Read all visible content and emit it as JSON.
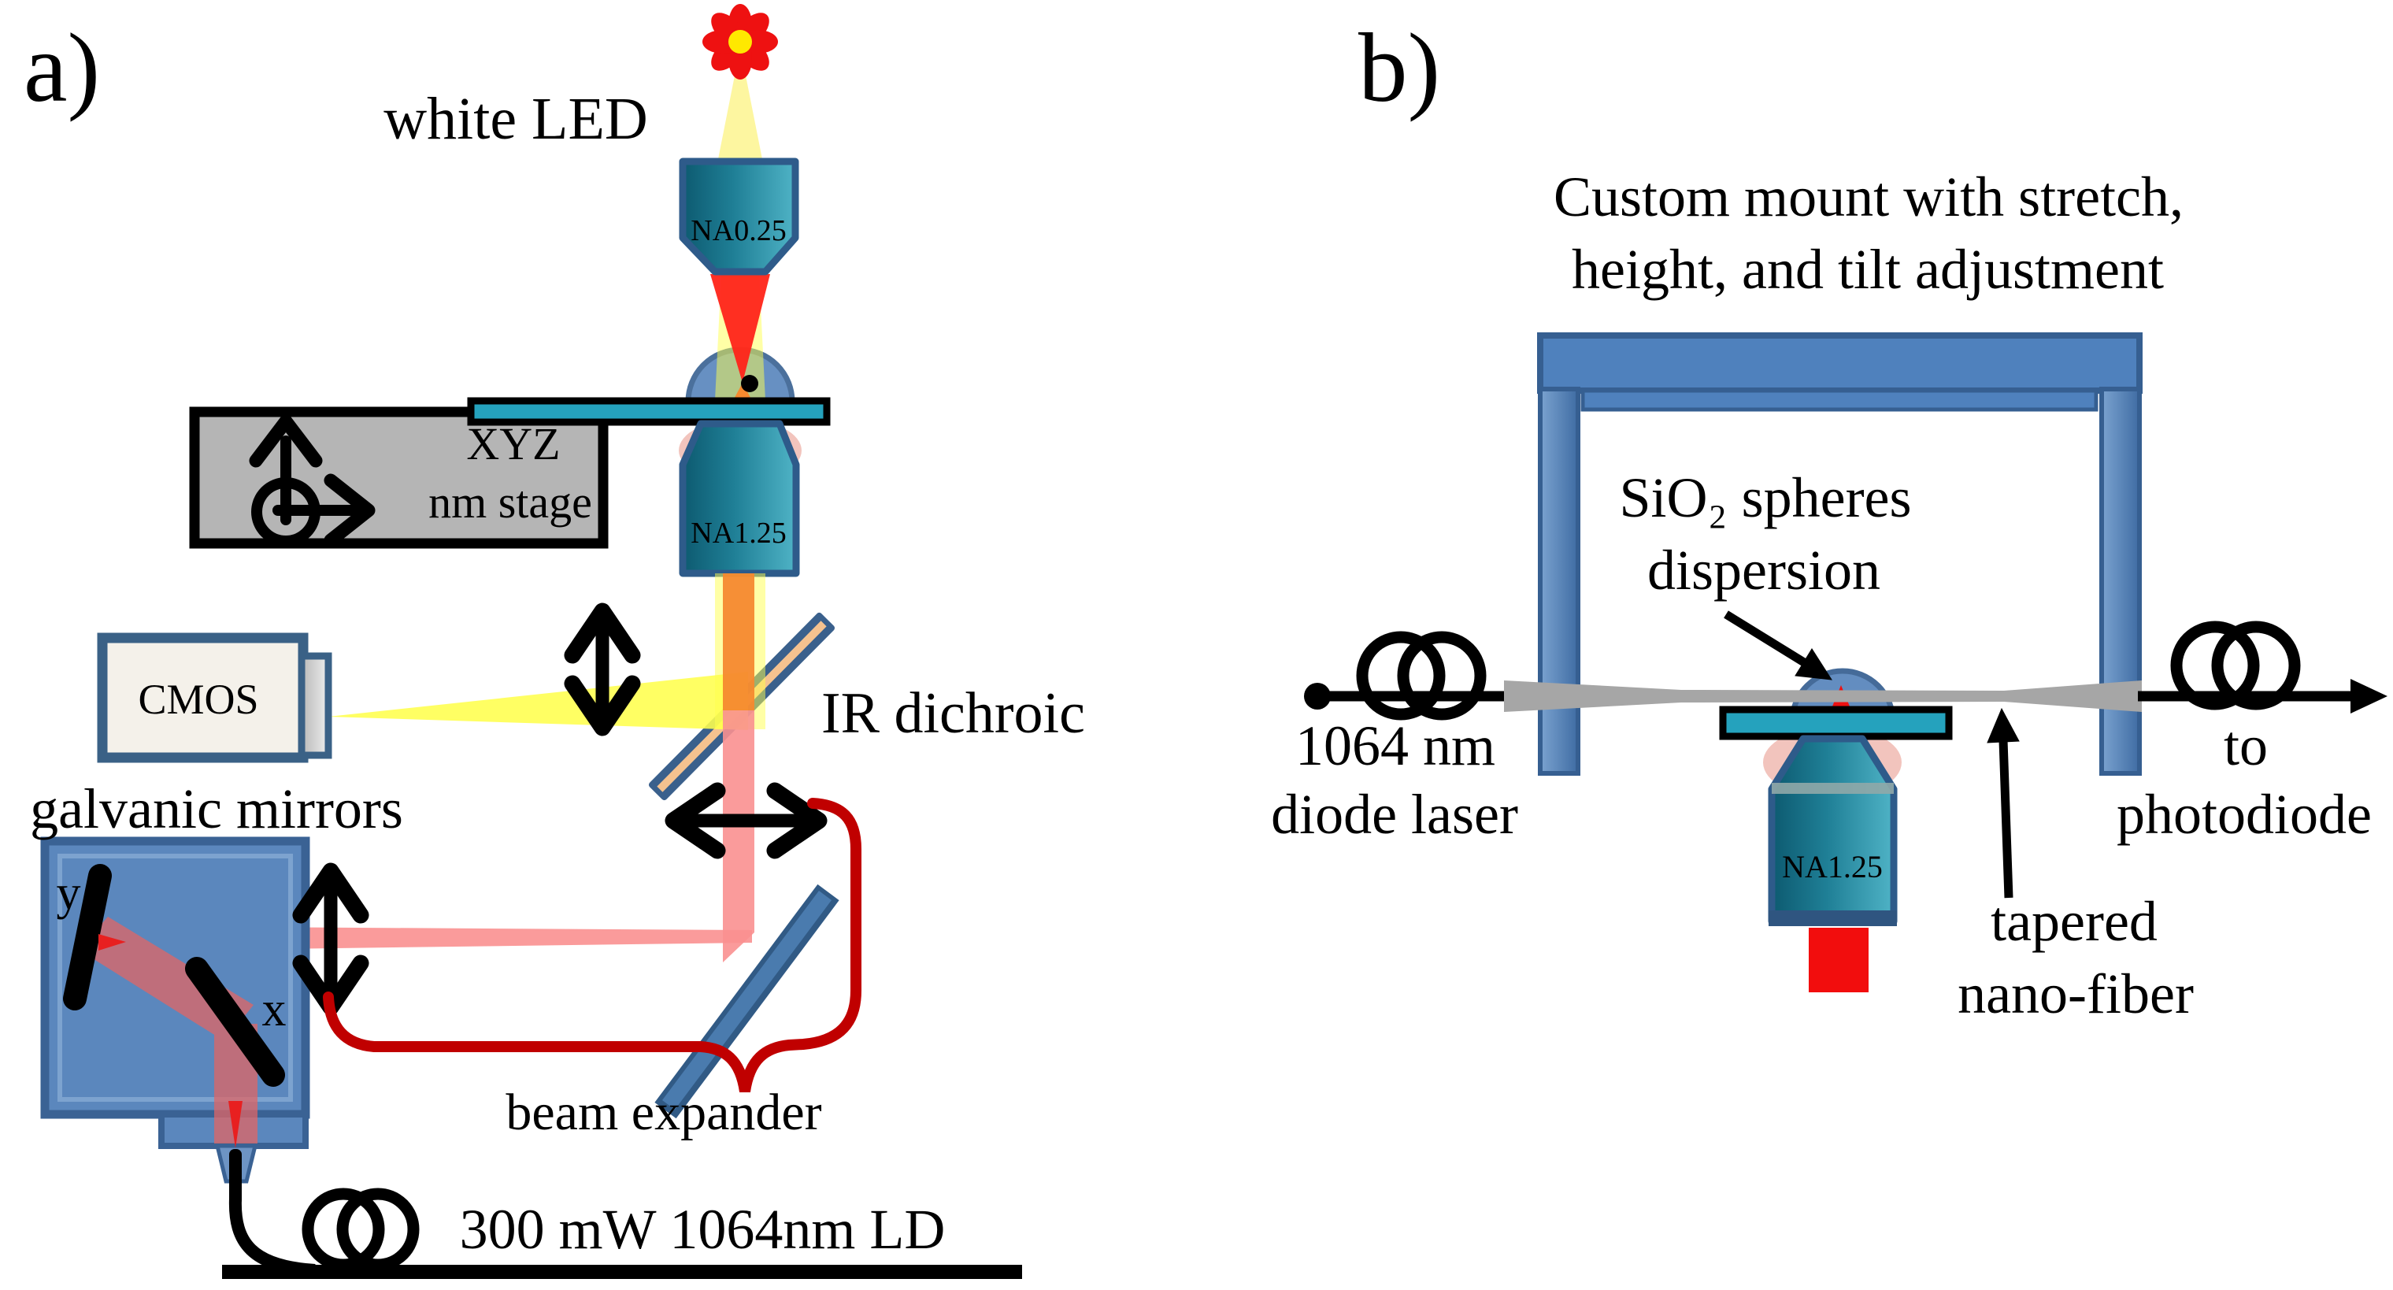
{
  "figure": {
    "panel_a": {
      "label": "a)",
      "white_led": "white LED",
      "objective_top": "NA0.25",
      "stage_line1": "XYZ",
      "stage_line2": "nm stage",
      "objective_bottom": "NA1.25",
      "dichroic": "IR dichroic",
      "camera": "CMOS",
      "galvo_title": "galvanic mirrors",
      "mirror_y": "y",
      "mirror_x": "x",
      "beam_expander": "beam expander",
      "laser": "300 mW 1064nm LD"
    },
    "panel_b": {
      "label": "b)",
      "mount_line1": "Custom mount with stretch,",
      "mount_line2": "height, and tilt adjustment",
      "spheres_line1": "SiO₂ spheres",
      "spheres_line2": "dispersion",
      "laser_line1": "1064 nm",
      "laser_line2": "diode laser",
      "detector_line1": "to",
      "detector_line2": "photodiode",
      "objective": "NA1.25",
      "fiber_line1": "tapered",
      "fiber_line2": "nano-fiber"
    },
    "colors": {
      "steel_blue": "#4f81bd",
      "border_blue": "#365f91",
      "galvo_blue": "#5b87bd",
      "objective_teal_dark": "#0d5a70",
      "objective_teal_light": "#4fb3c6",
      "slide_teal": "#25a2bd",
      "stage_gray": "#b5b5b5",
      "fiber_gray": "#a6a6a6",
      "beam_red": "#ff2419",
      "beam_orange": "#f6892f",
      "beam_salmon": "#f99090",
      "beam_yellow": "#ffff4d",
      "pale_yellow": "#fdf6a0",
      "brace_red": "#c00000",
      "led_red": "#ee1111",
      "led_yellow": "#ffe800",
      "pink_glow": "#f2c4bd"
    }
  }
}
